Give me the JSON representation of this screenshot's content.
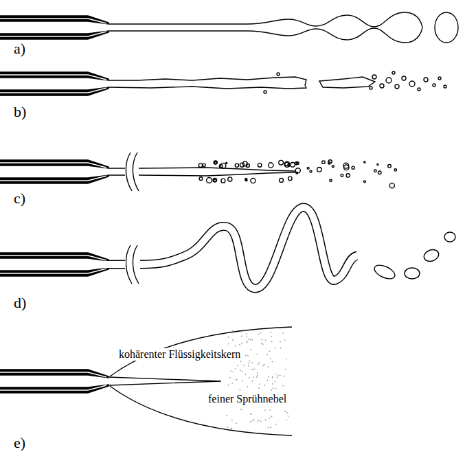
{
  "diagram": {
    "labels": [
      "a)",
      "b)",
      "c)",
      "d)",
      "e)",
      "kohärenter Flüssigkeitskern",
      "feiner Sprühnebel"
    ]
  }
}
